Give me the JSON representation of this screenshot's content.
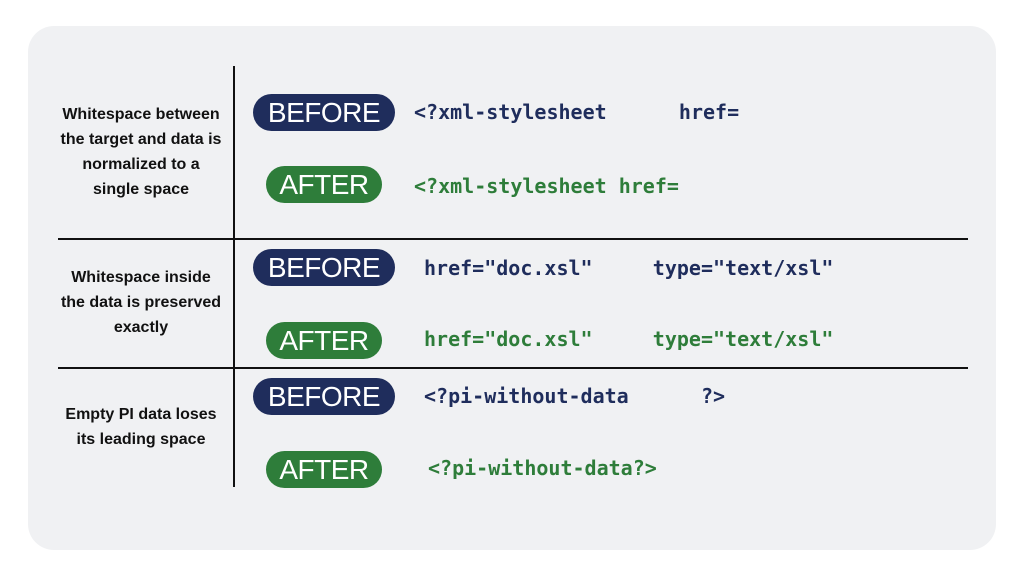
{
  "colors": {
    "before_pill": "#1f2d5c",
    "after_pill": "#2e7d3a",
    "before_code": "#1f2d5c",
    "after_code": "#2e7d3a",
    "background_card": "#f0f1f3"
  },
  "rows": [
    {
      "label": "Whitespace between the target and data is normalized to a single space",
      "before_badge": "BEFORE",
      "before_code": "<?xml-stylesheet      href=",
      "after_badge": "AFTER",
      "after_code": "<?xml-stylesheet href="
    },
    {
      "label": "Whitespace inside the data is preserved exactly",
      "before_badge": "BEFORE",
      "before_code": "href=\"doc.xsl\"     type=\"text/xsl\"",
      "after_badge": "AFTER",
      "after_code": "href=\"doc.xsl\"     type=\"text/xsl\""
    },
    {
      "label": "Empty PI data loses its leading space",
      "before_badge": "BEFORE",
      "before_code": "<?pi-without-data      ?>",
      "after_badge": "AFTER",
      "after_code": "<?pi-without-data?>"
    }
  ]
}
